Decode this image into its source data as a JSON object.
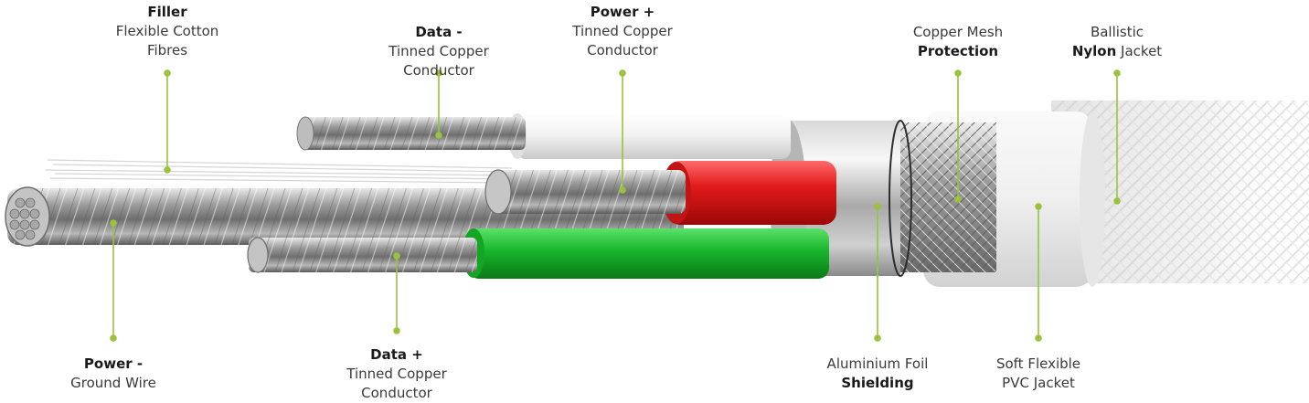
{
  "accent_color": "#9bc23c",
  "labels": {
    "filler": {
      "line1": "Filler",
      "line2": "Flexible Cotton",
      "line3": "Fibres"
    },
    "data_minus": {
      "line1": "Data -",
      "line2": "Tinned Copper",
      "line3": "Conductor"
    },
    "power_plus": {
      "line1": "Power +",
      "line2": "Tinned Copper",
      "line3": "Conductor"
    },
    "copper_mesh": {
      "line1": "Copper Mesh",
      "line2": "Protection"
    },
    "nylon": {
      "line1": "Ballistic",
      "line2_bold": "Nylon",
      "line2_rest": " Jacket"
    },
    "power_minus": {
      "line1": "Power -",
      "line2": "Ground Wire"
    },
    "data_plus": {
      "line1": "Data +",
      "line2": "Tinned Copper",
      "line3": "Conductor"
    },
    "foil": {
      "line1": "Aluminium Foil",
      "line2": "Shielding"
    },
    "pvc": {
      "line1": "Soft Flexible",
      "line2": "PVC Jacket"
    }
  }
}
